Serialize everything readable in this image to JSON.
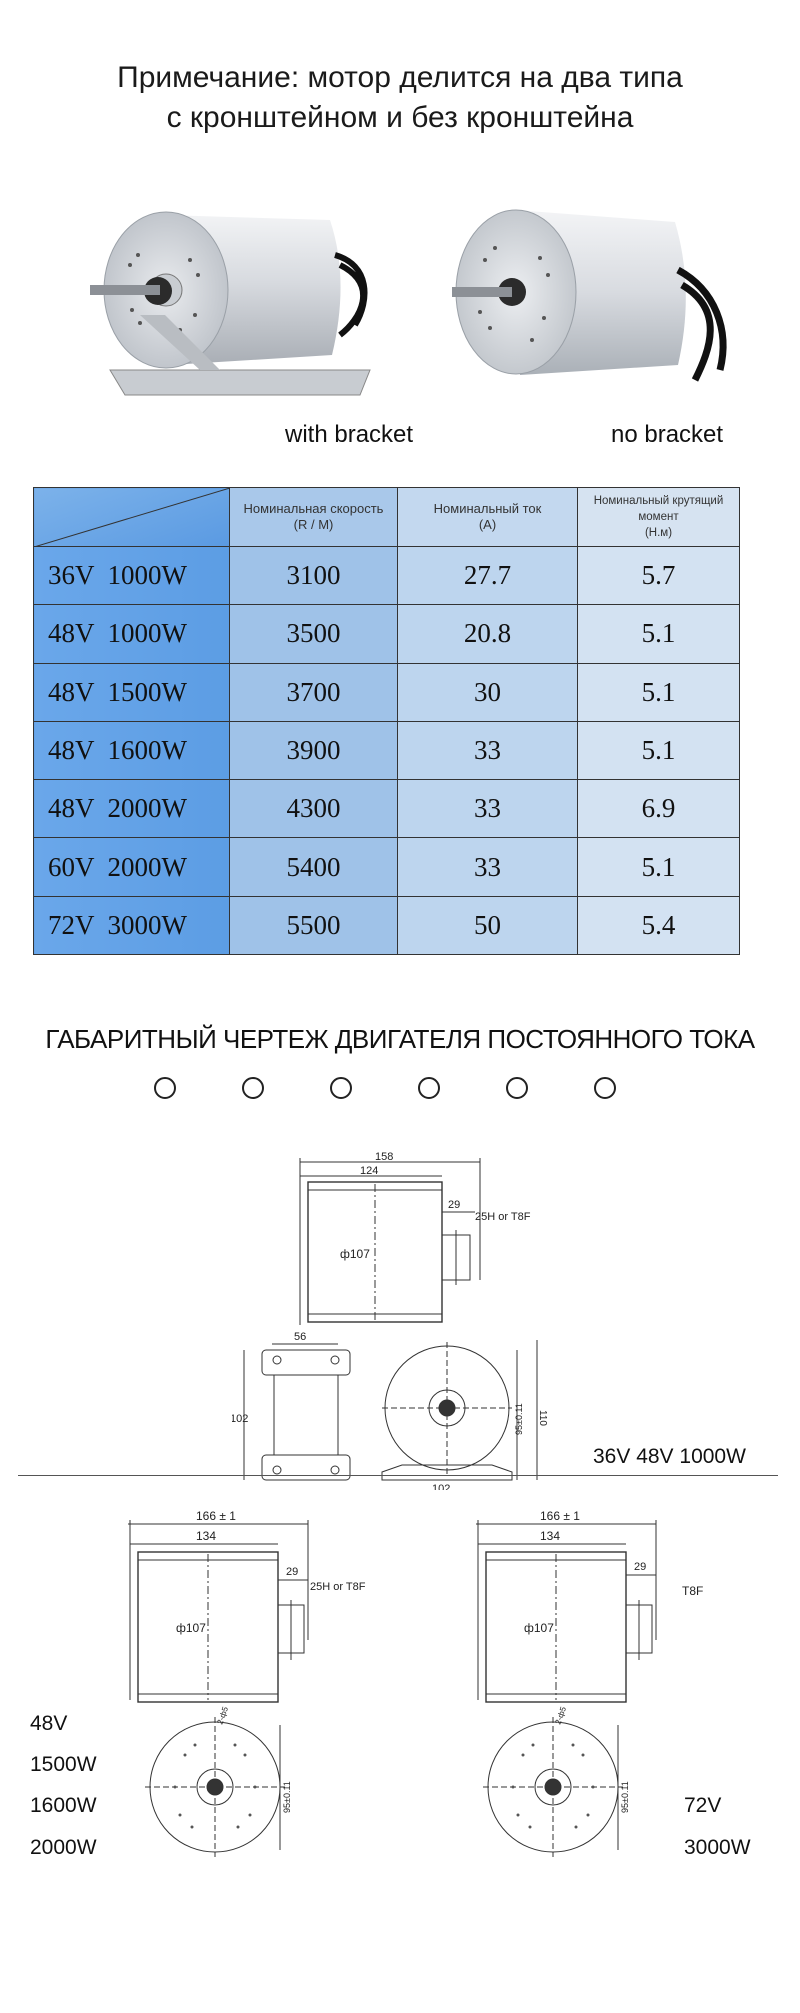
{
  "note": {
    "line1": "Примечание: мотор делится на два типа",
    "line2": "с кронштейном и без кронштейна"
  },
  "photos": {
    "with_bracket_caption": "with bracket",
    "no_bracket_caption": "no bracket"
  },
  "specs": {
    "headers": [
      "Номинальная скорость\n(R / M)",
      "Номинальный ток\n(A)",
      "Номинальный крутящий момент\n(Н.м)"
    ],
    "rows": [
      {
        "model": "36V  1000W",
        "speed": "3100",
        "current": "27.7",
        "torque": "5.7"
      },
      {
        "model": "48V  1000W",
        "speed": "3500",
        "current": "20.8",
        "torque": "5.1"
      },
      {
        "model": "48V  1500W",
        "speed": "3700",
        "current": "30",
        "torque": "5.1"
      },
      {
        "model": "48V  1600W",
        "speed": "3900",
        "current": "33",
        "torque": "5.1"
      },
      {
        "model": "48V  2000W",
        "speed": "4300",
        "current": "33",
        "torque": "6.9"
      },
      {
        "model": "60V  2000W",
        "speed": "5400",
        "current": "33",
        "torque": "5.1"
      },
      {
        "model": "72V  3000W",
        "speed": "5500",
        "current": "50",
        "torque": "5.4"
      }
    ]
  },
  "drawings": {
    "title": "ГАБАРИТНЫЙ ЧЕРТЕЖ ДВИГАТЕЛЯ ПОСТОЯННОГО ТОКА",
    "circle_count": 6,
    "top": {
      "dim_total": "158",
      "dim_body": "124",
      "dim_shaft": "29",
      "sprocket": "25H or T8F",
      "diameter": "ф107",
      "bracket_width": "56",
      "bracket_height": "102",
      "end_height": "95±0.11",
      "end_total": "110",
      "base_width": "102",
      "label": "36V 48V 1000W"
    },
    "left": {
      "dim_total": "166 ± 1",
      "dim_body": "134",
      "dim_shaft": "29",
      "sprocket": "25H or T8F",
      "diameter": "ф107",
      "end_height": "95±0.11",
      "end_bolt": "2-ф5",
      "labels": [
        "48V",
        "1500W",
        "1600W",
        "2000W"
      ]
    },
    "right": {
      "dim_total": "166 ± 1",
      "dim_body": "134",
      "dim_shaft": "29",
      "sprocket": "T8F",
      "diameter": "ф107",
      "end_height": "95±0.11",
      "end_bolt": "2-ф5",
      "labels": [
        "72V",
        "3000W"
      ]
    }
  }
}
